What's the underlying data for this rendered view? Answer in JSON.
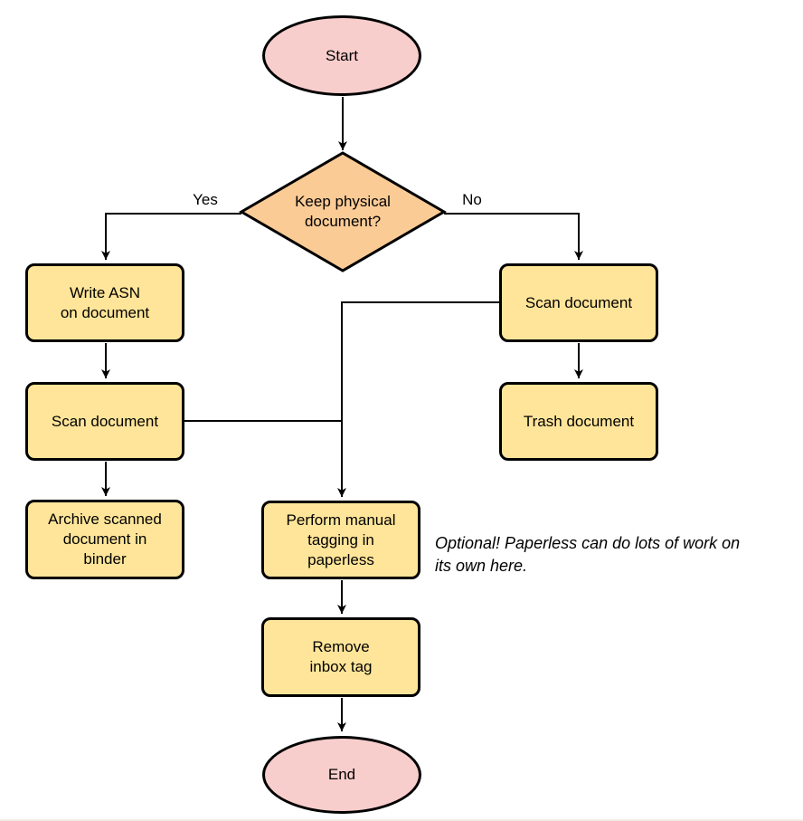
{
  "colors": {
    "terminal_fill": "#F8CECC",
    "process_fill": "#FFE599",
    "decision_fill": "#FBCB96",
    "stroke": "#000000"
  },
  "nodes": {
    "start": {
      "label": "Start"
    },
    "decision": {
      "label": [
        "Keep physical",
        "document?"
      ]
    },
    "write_asn": {
      "label": [
        "Write ASN",
        "on document"
      ]
    },
    "scan_left": {
      "label": "Scan document"
    },
    "archive": {
      "label": [
        "Archive scanned",
        "document in",
        "binder"
      ]
    },
    "scan_right": {
      "label": "Scan document"
    },
    "trash": {
      "label": "Trash document"
    },
    "tagging": {
      "label": [
        "Perform manual",
        "tagging in",
        "paperless"
      ]
    },
    "remove_inbox": {
      "label": [
        "Remove",
        "inbox tag"
      ]
    },
    "end": {
      "label": "End"
    }
  },
  "edges": {
    "yes_label": "Yes",
    "no_label": "No"
  },
  "annotation": {
    "text": [
      "Optional! Paperless can do lots of work on",
      "its own here."
    ]
  }
}
